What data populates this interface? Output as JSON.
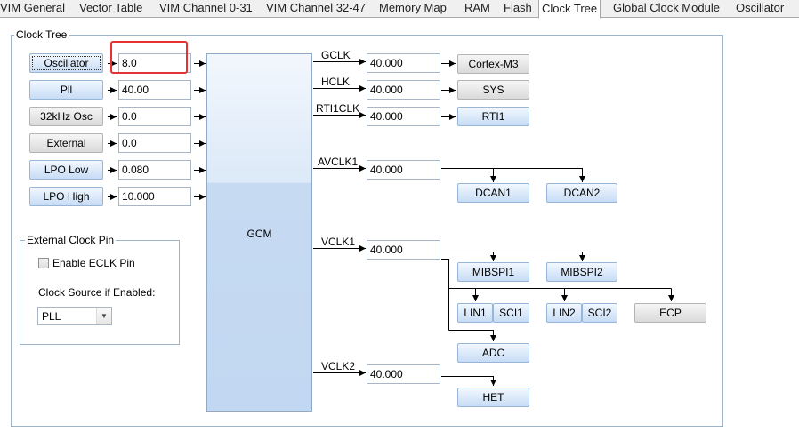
{
  "tabs": [
    {
      "label": "VIM General",
      "active": false
    },
    {
      "label": "Vector Table",
      "active": false
    },
    {
      "label": "VIM Channel 0-31",
      "active": false
    },
    {
      "label": "VIM Channel 32-47",
      "active": false
    },
    {
      "label": "Memory Map",
      "active": false
    },
    {
      "label": "RAM",
      "active": false
    },
    {
      "label": "Flash",
      "active": false
    },
    {
      "label": "Clock Tree",
      "active": true
    },
    {
      "label": "Global Clock Module",
      "active": false
    },
    {
      "label": "Oscillator",
      "active": false
    }
  ],
  "clock_tree": {
    "group_title": "Clock Tree",
    "sources": [
      {
        "label": "Oscillator",
        "value": "8.0"
      },
      {
        "label": "Pll",
        "value": "40.00"
      },
      {
        "label": "32kHz Osc",
        "value": "0.0"
      },
      {
        "label": "External",
        "value": "0.0"
      },
      {
        "label": "LPO Low",
        "value": "0.080"
      },
      {
        "label": "LPO High",
        "value": "10.000"
      }
    ],
    "gcm_label": "GCM",
    "domains": [
      {
        "name": "GCLK",
        "value": "40.000"
      },
      {
        "name": "HCLK",
        "value": "40.000"
      },
      {
        "name": "RTI1CLK",
        "value": "40.000"
      },
      {
        "name": "AVCLK1",
        "value": "40.000"
      },
      {
        "name": "VCLK1",
        "value": "40.000"
      },
      {
        "name": "VCLK2",
        "value": "40.000"
      }
    ],
    "peripherals": {
      "cortex": "Cortex-M3",
      "sys": "SYS",
      "rti1": "RTI1",
      "dcan1": "DCAN1",
      "dcan2": "DCAN2",
      "mibspi1": "MIBSPI1",
      "mibspi2": "MIBSPI2",
      "lin1": "LIN1",
      "sci1": "SCI1",
      "lin2": "LIN2",
      "sci2": "SCI2",
      "ecp": "ECP",
      "adc": "ADC",
      "het": "HET"
    }
  },
  "ext_clock": {
    "group_title": "External Clock Pin",
    "enable_label": "Enable ECLK Pin",
    "enable_checked": false,
    "source_label": "Clock Source if Enabled:",
    "source_value": "PLL"
  },
  "colors": {
    "highlight": "#e63232",
    "button_blue": "#c7dcf5",
    "button_gray": "#dadada"
  }
}
